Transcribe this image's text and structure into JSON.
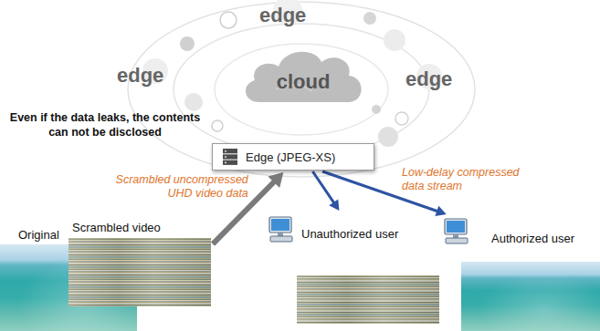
{
  "diagram": {
    "nodes": [
      {
        "text": [
          "cloud"
        ]
      },
      {
        "text": [
          "Edge (JPEG-XS)"
        ]
      },
      {
        "text": [
          "Original"
        ]
      },
      {
        "text": [
          "Scrambled video"
        ]
      },
      {
        "text": [
          "Unauthorized user"
        ]
      },
      {
        "text": [
          "Authorized user"
        ]
      }
    ],
    "edges": [
      {
        "from": 3,
        "to": 1,
        "arrow": "to",
        "label": "Scrambled uncompressed UHD video data"
      },
      {
        "from": 1,
        "to": 4,
        "arrow": "to"
      },
      {
        "from": 1,
        "to": 5,
        "arrow": "to",
        "label": "Low-delay compressed data stream"
      }
    ],
    "labels": [
      "edge",
      "edge",
      "edge",
      "Even if the data leaks, the contents can not be disclosed"
    ]
  }
}
